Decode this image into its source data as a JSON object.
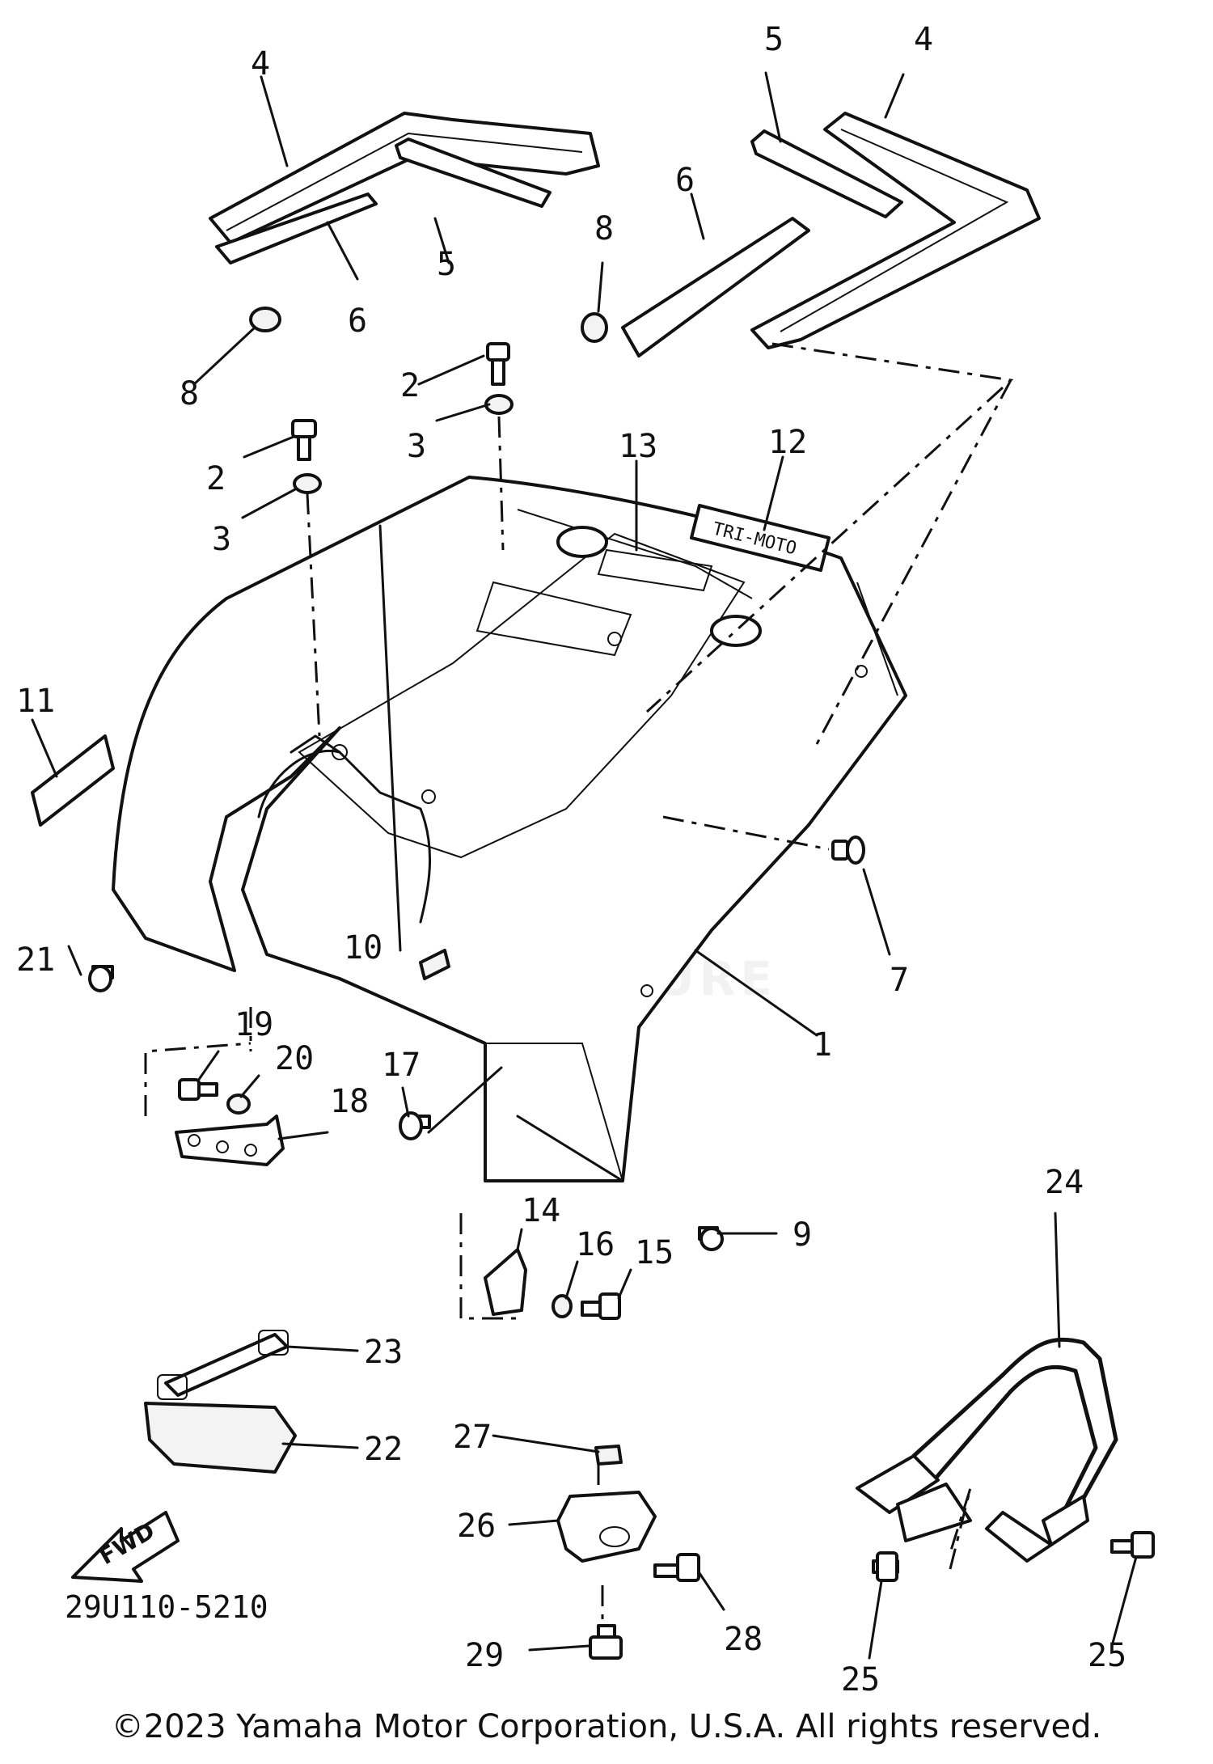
{
  "diagram": {
    "callouts": {
      "c1": "1",
      "c2a": "2",
      "c2b": "2",
      "c3a": "3",
      "c3b": "3",
      "c4a": "4",
      "c4b": "4",
      "c5a": "5",
      "c5b": "5",
      "c6a": "6",
      "c6b": "6",
      "c7": "7",
      "c8a": "8",
      "c8b": "8",
      "c9": "9",
      "c10": "10",
      "c11": "11",
      "c12": "12",
      "c13": "13",
      "c14": "14",
      "c15": "15",
      "c16": "16",
      "c17": "17",
      "c18": "18",
      "c19": "19",
      "c20": "20",
      "c21": "21",
      "c22": "22",
      "c23": "23",
      "c24": "24",
      "c25a": "25",
      "c25b": "25",
      "c26": "26",
      "c27": "27",
      "c28": "28",
      "c29": "29"
    },
    "decal_text": "TRI-MOTO",
    "fwd_label": "FWD",
    "drawing_code": "29U110-5210"
  },
  "footer": {
    "copyright": "©2023 Yamaha Motor Corporation, U.S.A. All rights reserved."
  }
}
